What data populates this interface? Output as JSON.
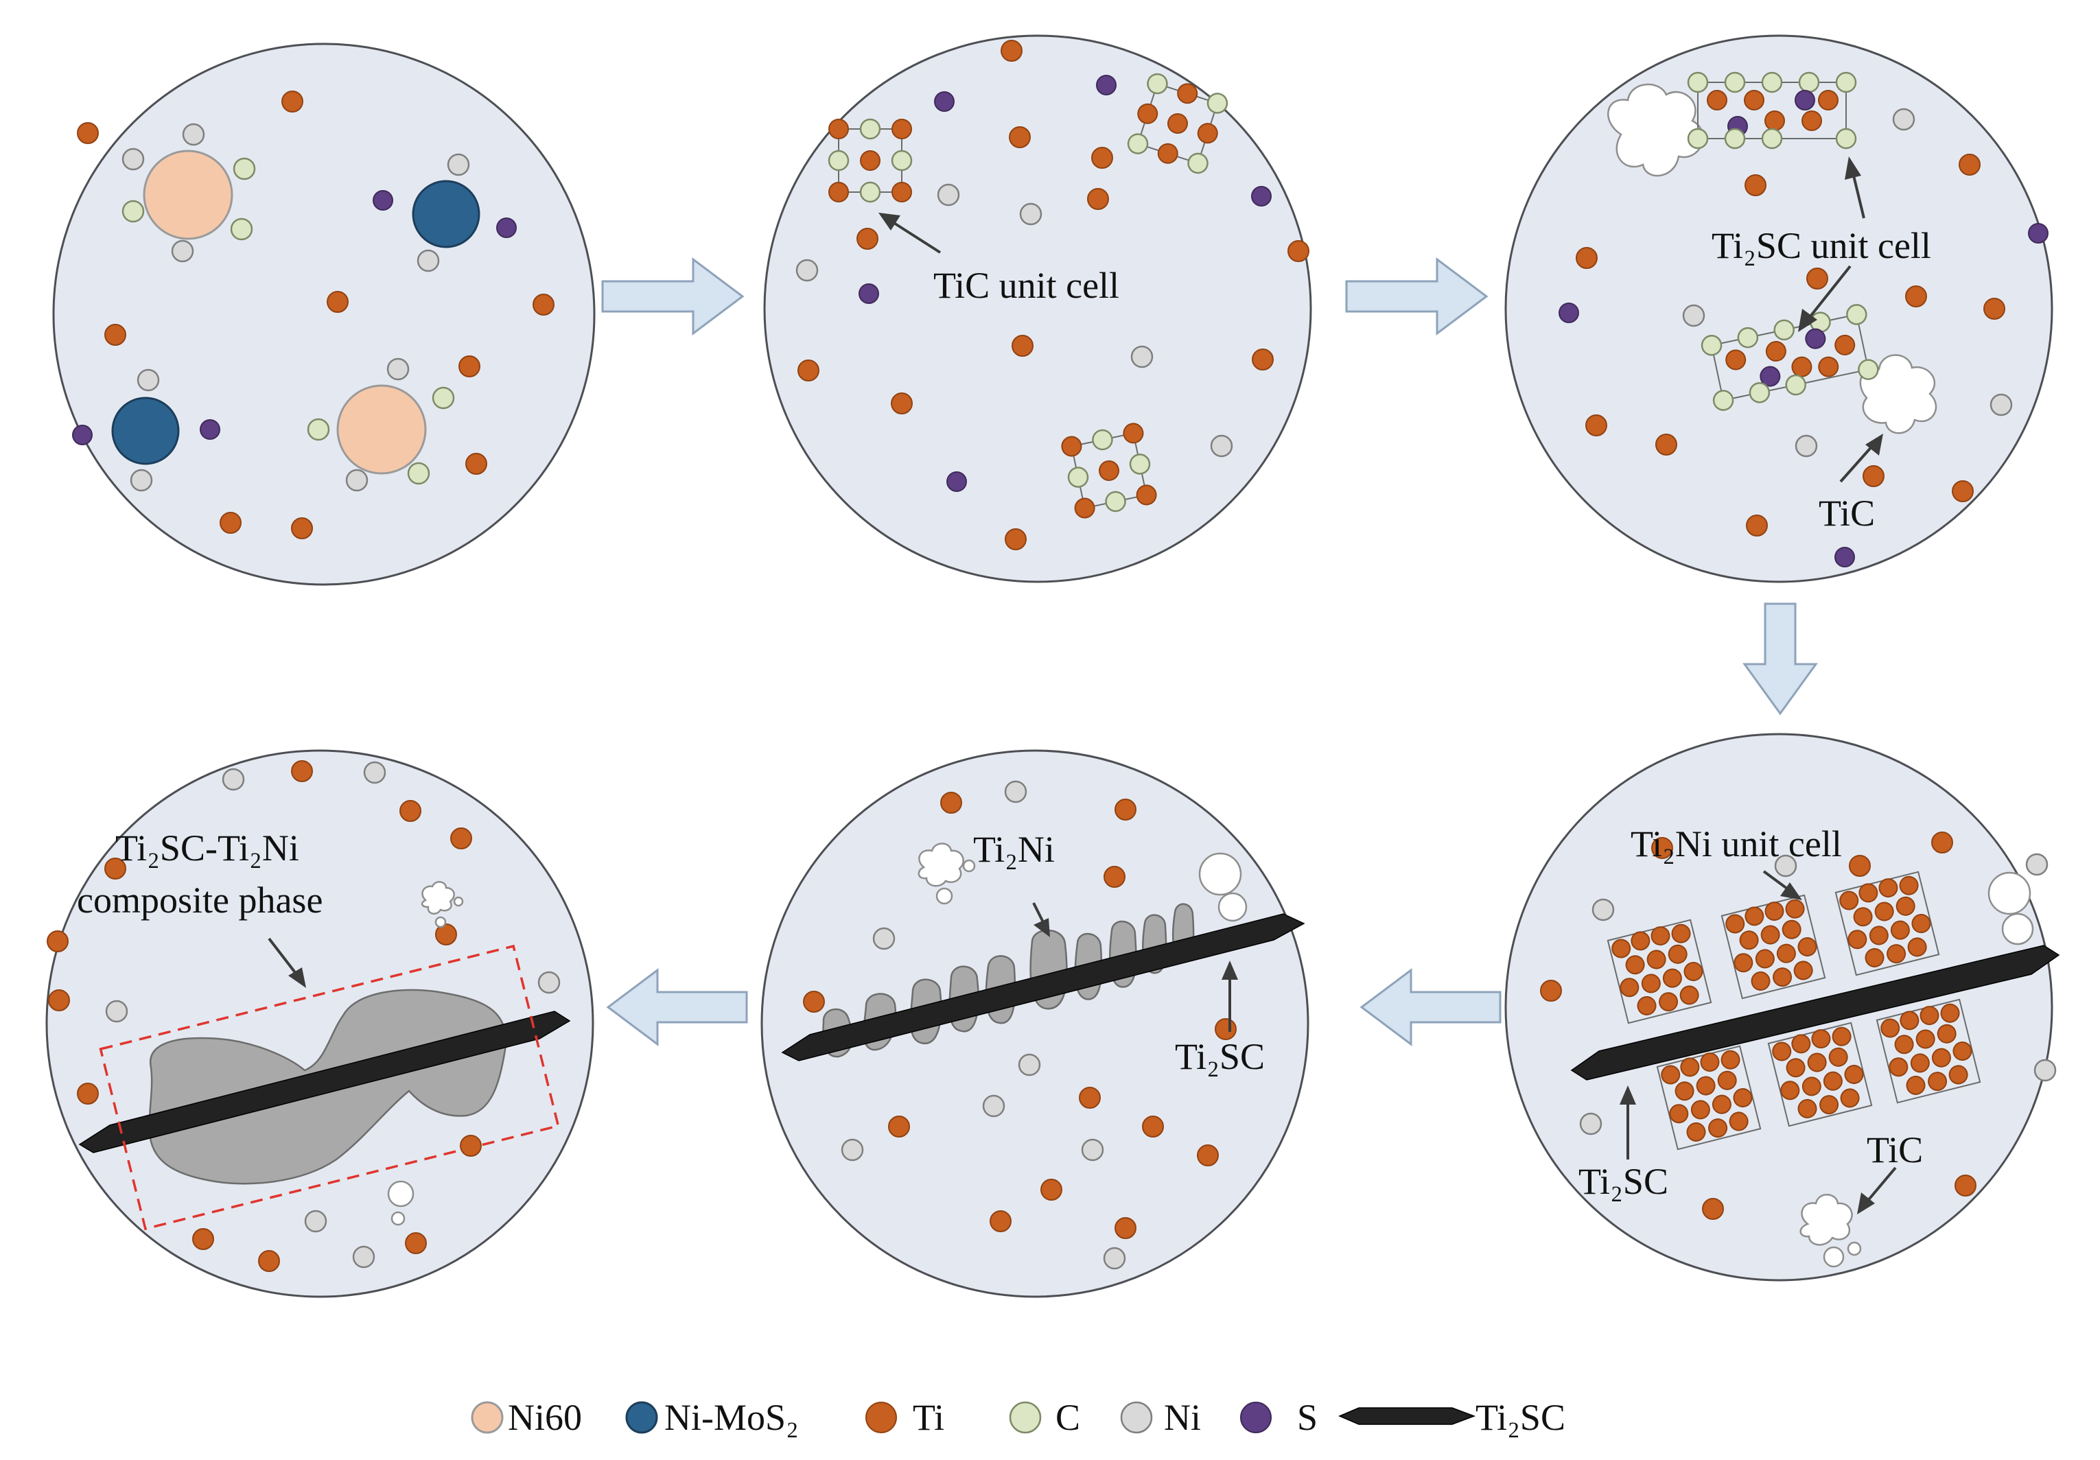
{
  "labels": {
    "tic_unit_cell": "TiC unit cell",
    "ti2sc_unit_cell": "Ti₂SC unit cell",
    "tic": "TiC",
    "ti2ni_unit_cell": "Ti₂Ni unit cell",
    "ti2sc": "Ti₂SC",
    "ti2ni": "Ti₂Ni",
    "composite_line1": "Ti₂SC-Ti₂Ni",
    "composite_line2": "composite phase"
  },
  "legend": [
    {
      "key": "ni60",
      "label": "Ni60",
      "color": "#f6c8aa"
    },
    {
      "key": "nimos2",
      "label": "Ni-MoS₂",
      "color": "#2c628e"
    },
    {
      "key": "ti",
      "label": "Ti",
      "color": "#c65f1f"
    },
    {
      "key": "c",
      "label": "C",
      "color": "#dce5c4"
    },
    {
      "key": "ni",
      "label": "Ni",
      "color": "#d9d9d9"
    },
    {
      "key": "s",
      "label": "S",
      "color": "#5e3f83"
    },
    {
      "key": "ti2sc",
      "label": "Ti₂SC",
      "color": "#222222"
    }
  ],
  "colors": {
    "disc_fill": "#e4e9f1",
    "arrow_fill": "#d6e3f0",
    "dashed_box": "#e0352e",
    "ti2ni_phase": "#a9a9a9"
  }
}
